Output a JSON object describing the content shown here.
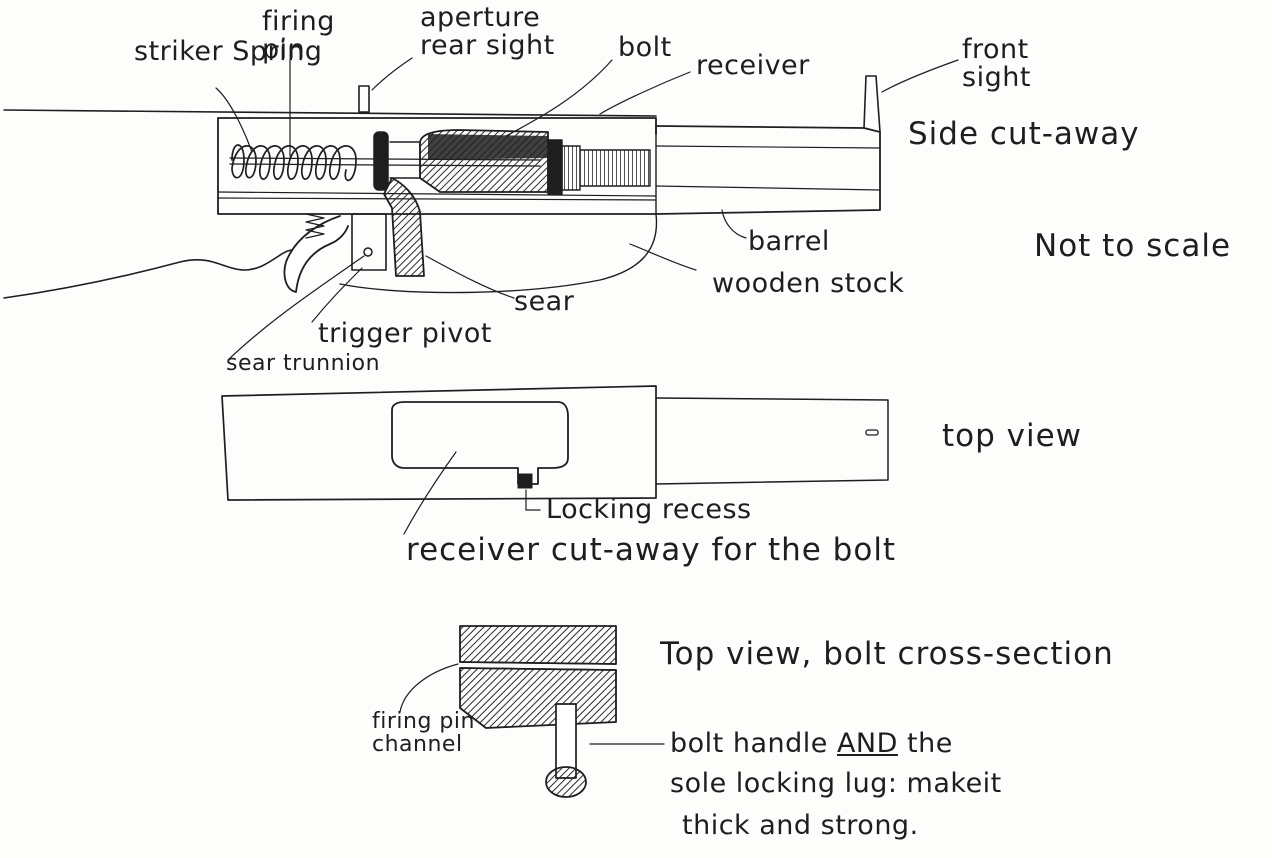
{
  "sketch": {
    "labels": {
      "striker_spring": "striker Spring",
      "firing_pin": "firing pin",
      "aperture_rear_sight": "aperture rear sight",
      "bolt": "bolt",
      "receiver": "receiver",
      "front_sight": "front sight",
      "side_cut_away": "Side cut-away",
      "barrel": "barrel",
      "not_to_scale": "Not to scale",
      "wooden_stock": "wooden stock",
      "sear": "sear",
      "trigger_pivot": "trigger pivot",
      "sear_trunnion": "sear trunnion",
      "top_view": "top view",
      "locking_recess": "Locking recess",
      "receiver_cut_away": "receiver cut-away for the bolt",
      "bolt_cross_section_title": "Top view, bolt cross-section",
      "firing_pin_channel": "firing pin channel",
      "bolt_handle_line1_a": "bolt handle",
      "bolt_handle_line1_b": "AND",
      "bolt_handle_line1_c": "the",
      "bolt_handle_line2": "sole locking lug: makeit",
      "bolt_handle_line3": "thick and strong."
    },
    "colors": {
      "ink": "#1e1e1e",
      "paper": "#fdfdfc",
      "shade": "#3a3a3a"
    }
  }
}
